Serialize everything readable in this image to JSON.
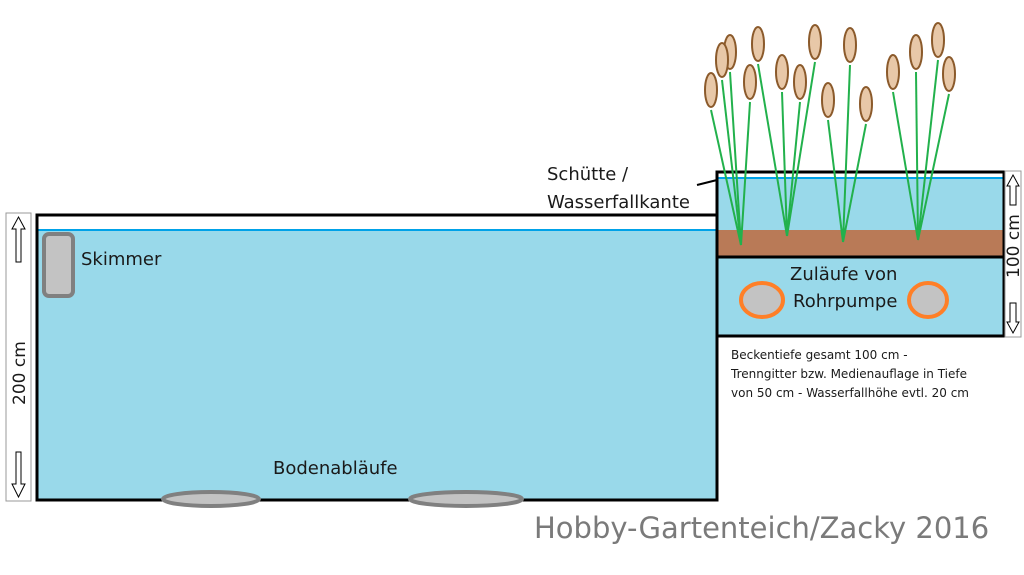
{
  "labels": {
    "skimmer": "Skimmer",
    "dim_main": "200 cm",
    "dim_filter": "100 cm",
    "chute_line1": "Schütte /",
    "chute_line2": "Wasserfallkante",
    "inlets_line1": "Zuläufe von",
    "inlets_line2": "Rohrpumpe",
    "drains": "Bodenabläufe"
  },
  "note_lines": [
    "Beckentiefe gesamt 100 cm -",
    "Trenngitter bzw. Medienauflage in Tiefe",
    "von 50 cm - Wasserfallhöhe evtl. 20 cm"
  ],
  "watermark": "Hobby-Gartenteich/Zacky 2016",
  "colors": {
    "water": "#99d9ea",
    "substrate": "#b97a57",
    "reed_stem": "#22b14c",
    "reed_head": "#e8c8a8",
    "reed_outline": "#8b5a2b",
    "inlet_ring": "#ff7f27",
    "inlet_fill": "#c3c3c3",
    "drain": "#808080",
    "waterline": "#00a2e8",
    "outline": "#000000"
  }
}
